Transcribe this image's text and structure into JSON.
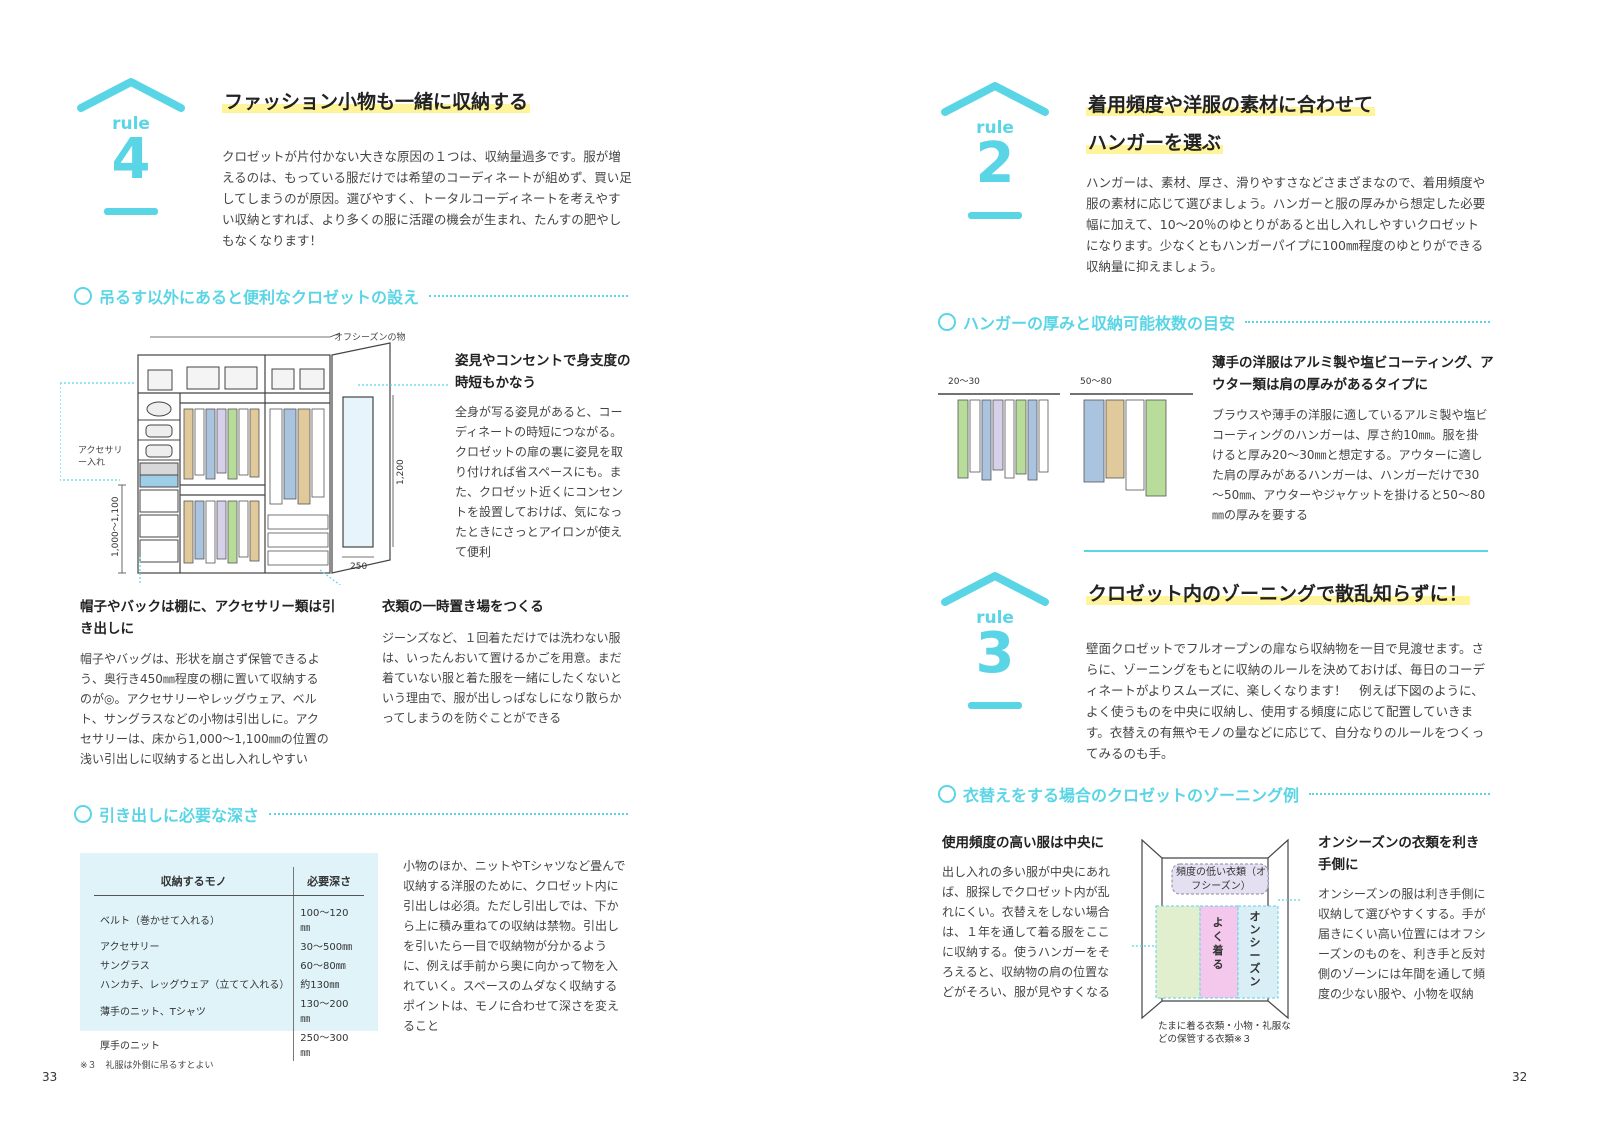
{
  "left_page": {
    "rule_label": "rule",
    "rule_number": "4",
    "title": "ファッション小物も一緒に収納する",
    "intro": "クロゼットが片付かない大きな原因の１つは、収納量過多です。服が増えるのは、もっている服だけでは希望のコーディネートが組めず、買い足してしまうのが原因。選びやすく、トータルコーディネートを考えやすい収納とすれば、より多くの服に活躍の機会が生まれ、たんすの肥やしもなくなります！",
    "section1_title": "吊るす以外にあると便利なクロゼットの設え",
    "diagram_labels": {
      "off_season": "オフシーズンの物",
      "accessory": "アクセサリー入れ",
      "height_range": "1,000～1,100",
      "mirror_height": "1,200",
      "mirror_width": "250"
    },
    "callout_mirror_title": "姿見やコンセントで身支度の時短もかなう",
    "callout_mirror_body": "全身が写る姿見があると、コーディネートの時短につながる。クロゼットの扉の裏に姿見を取り付ければ省スペースにも。また、クロゼット近くにコンセントを設置しておけば、気になったときにさっとアイロンが使えて便利",
    "callout_hat_title": "帽子やバックは棚に、アクセサリー類は引き出しに",
    "callout_hat_body": "帽子やバッグは、形状を崩さず保管できるよう、奥行き450㎜程度の棚に置いて収納するのが◎。アクセサリーやレッグウェア、ベルト、サングラスなどの小物は引出しに。アクセサリーは、床から1,000～1,100㎜の位置の浅い引出しに収納すると出し入れしやすい",
    "callout_temp_title": "衣類の一時置き場をつくる",
    "callout_temp_body": "ジーンズなど、１回着ただけでは洗わない服は、いったんおいて置けるかごを用意。まだ着ていない服と着た服を一緒にしたくないという理由で、服が出しっぱなしになり散らかってしまうのを防ぐことができる",
    "section2_title": "引き出しに必要な深さ",
    "table": {
      "headers": [
        "収納するモノ",
        "必要深さ"
      ],
      "rows": [
        [
          "ベルト（巻かせて入れる）",
          "100～120㎜"
        ],
        [
          "アクセサリー",
          "30～500㎜"
        ],
        [
          "サングラス",
          "60～80㎜"
        ],
        [
          "ハンカチ、レッグウェア（立てて入れる）",
          "約130㎜"
        ],
        [
          "薄手のニット、Tシャツ",
          "130～200㎜"
        ],
        [
          "厚手のニット",
          "250～300㎜"
        ]
      ]
    },
    "drawer_body": "小物のほか、ニットやTシャツなど畳んで収納する洋服のために、クロゼット内に引出しは必須。ただし引出しでは、下から上に積み重ねての収納は禁物。引出しを引いたら一目で収納物が分かるように、例えば手前から奥に向かって物を入れていく。スペースのムダなく収納するポイントは、モノに合わせて深さを変えること",
    "footnote": "※３　礼服は外側に吊るすとよい",
    "page_number": "33"
  },
  "right_page": {
    "rule2_label": "rule",
    "rule2_number": "2",
    "rule2_title_line1": "着用頻度や洋服の素材に合わせて",
    "rule2_title_line2": "ハンガーを選ぶ",
    "rule2_body": "ハンガーは、素材、厚さ、滑りやすさなどさまざまなので、着用頻度や服の素材に応じて選びましょう。ハンガーと服の厚みから想定した必要幅に加えて、10～20％のゆとりがあると出し入れしやすいクロゼットになります。少なくともハンガーパイプに100㎜程度のゆとりができる収納量に抑えましょう。",
    "section3_title": "ハンガーの厚みと収納可能枚数の目安",
    "hanger_label_a": "20～30",
    "hanger_label_b": "50～80",
    "hanger_callout_title": "薄手の洋服はアルミ製や塩ビコーティング、アウター類は肩の厚みがあるタイプに",
    "hanger_callout_body": "ブラウスや薄手の洋服に適しているアルミ製や塩ビコーティングのハンガーは、厚さ約10㎜。服を掛けると厚み20～30㎜と想定する。アウターに適した肩の厚みがあるハンガーは、ハンガーだけで30～50㎜、アウターやジャケットを掛けると50～80㎜の厚みを要する",
    "rule3_label": "rule",
    "rule3_number": "3",
    "rule3_title": "クロゼット内のゾーニングで散乱知らずに！",
    "rule3_body": "壁面クロゼットでフルオープンの扉なら収納物を一目で見渡せます。さらに、ゾーニングをもとに収納のルールを決めておけば、毎日のコーディネートがよりスムーズに、楽しくなります！　例えば下図のように、よく使うものを中央に収納し、使用する頻度に応じて配置していきます。衣替えの有無やモノの量などに応じて、自分なりのルールをつくってみるのも手。",
    "section4_title": "衣替えをする場合のクロゼットのゾーニング例",
    "zone_callout_left_title": "使用頻度の高い服は中央に",
    "zone_callout_left_body": "出し入れの多い服が中央にあれば、服探しでクロゼット内が乱れにくい。衣替えをしない場合は、１年を通して着る服をここに収納する。使うハンガーをそろえると、収納物の肩の位置などがそろい、服が見やすくなる",
    "zone_top": "頻度の低い衣類（オフシーズン）",
    "zone_center": "よく着る",
    "zone_right": "オンシーズン",
    "zone_bottom": "たまに着る衣類・小物・礼服などの保管する衣類※３",
    "zone_callout_right_title": "オンシーズンの衣類を利き手側に",
    "zone_callout_right_body": "オンシーズンの服は利き手側に収納して選びやすくする。手が届きにくい高い位置にはオフシーズンのものを、利き手と反対側のゾーンには年間を通して頻度の少ない服や、小物を収納",
    "page_number": "32"
  },
  "colors": {
    "accent": "#5ad5e6",
    "highlight": "#fff49a",
    "table_bg": "#dff3f8"
  }
}
